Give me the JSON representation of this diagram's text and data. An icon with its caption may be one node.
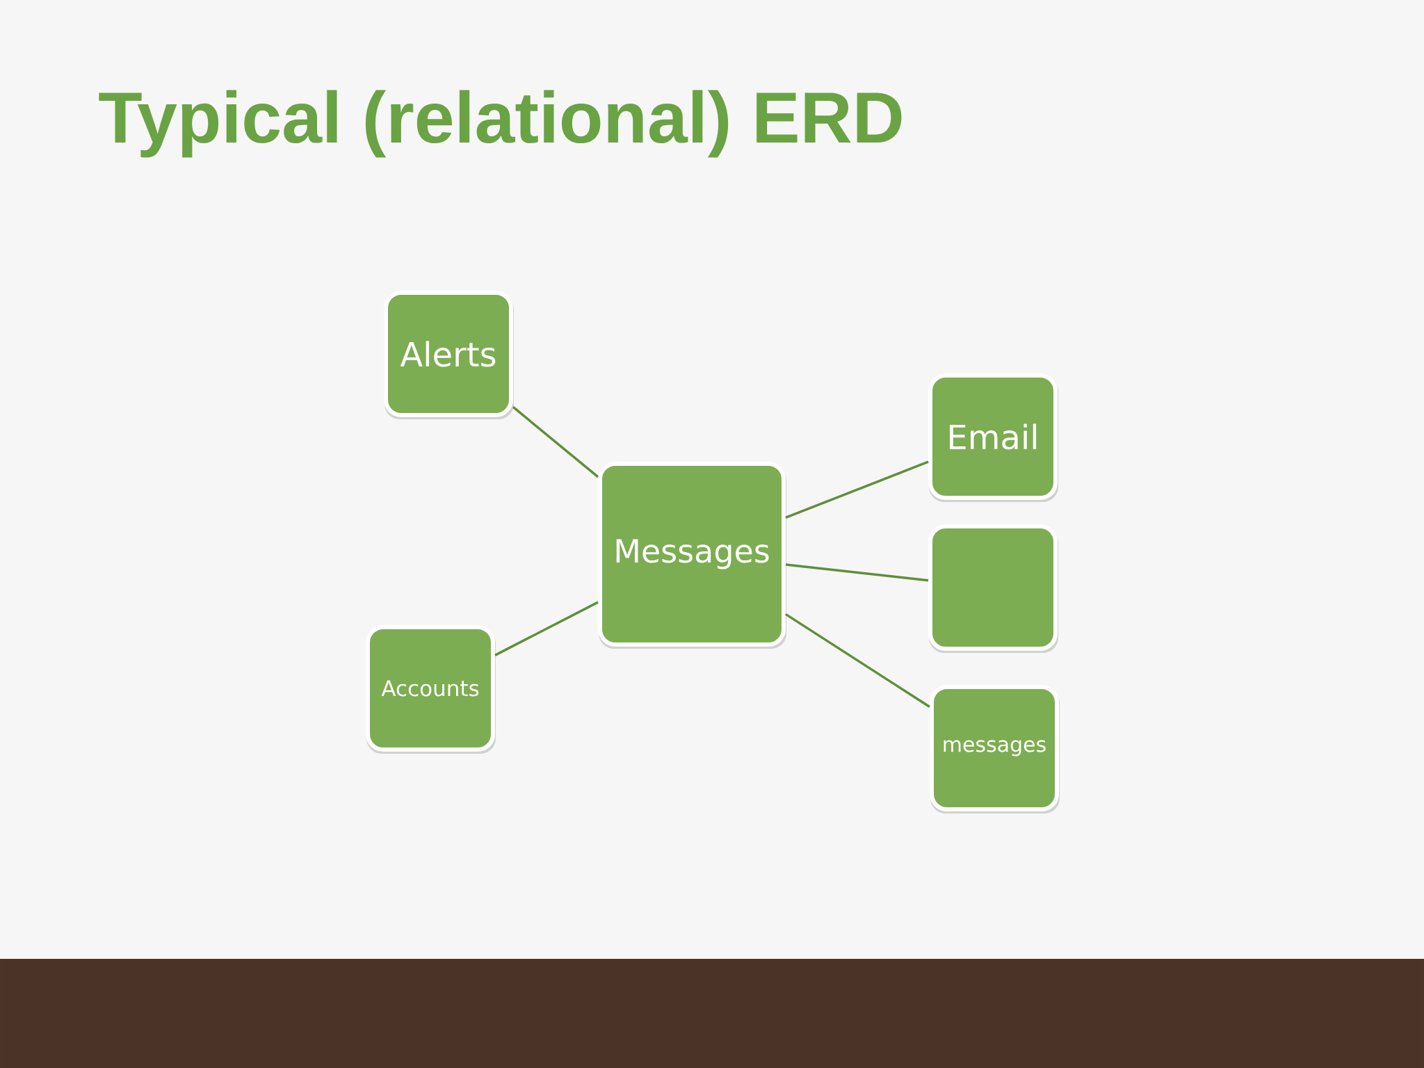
{
  "diagram": {
    "title": "Typical (relational) ERD",
    "nodes": [
      {
        "text": [
          "Alerts"
        ]
      },
      {
        "text": [
          "Messages"
        ]
      },
      {
        "text": [
          "Email"
        ]
      },
      {
        "text": [],
        "shape": "box"
      },
      {
        "text": [
          "messages"
        ]
      },
      {
        "text": [
          "Accounts"
        ]
      }
    ],
    "edges": [
      {
        "from": 1,
        "to": 0,
        "arrow": "none"
      },
      {
        "from": 1,
        "to": 2,
        "arrow": "none"
      },
      {
        "from": 1,
        "to": 3,
        "arrow": "none"
      },
      {
        "from": 1,
        "to": 4,
        "arrow": "none"
      },
      {
        "from": 1,
        "to": 5,
        "arrow": "none"
      }
    ]
  }
}
